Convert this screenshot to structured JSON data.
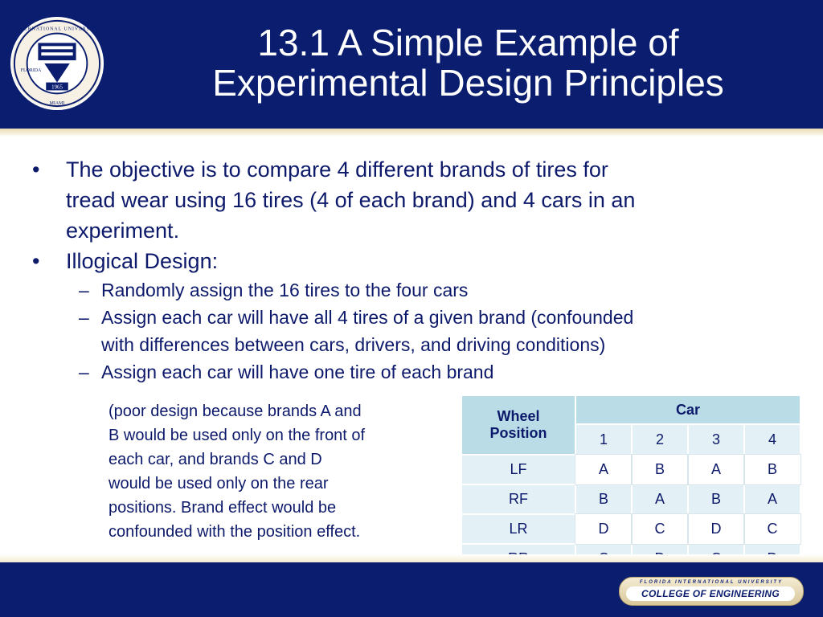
{
  "title": {
    "line1": "13.1 A Simple Example of",
    "line2": "Experimental Design Principles"
  },
  "seal": {
    "icon": "university-seal-icon",
    "ring_text_top": "INTERNATIONAL UNIVERSITY",
    "ring_text_left": "FLORIDA",
    "ring_text_bottom": "MIAMI",
    "year": "1965"
  },
  "bullets": {
    "b1": {
      "marker": "•",
      "line1": "The objective is to compare 4 different brands of tires for",
      "line2": "tread wear using 16 tires (4 of each brand) and 4 cars in an",
      "line3": "experiment."
    },
    "b2": {
      "marker": "•",
      "text": "Illogical Design:"
    },
    "sub": [
      {
        "marker": "–",
        "line1": "Randomly assign the 16 tires to the four cars",
        "line2": ""
      },
      {
        "marker": "–",
        "line1": "Assign each car will have all 4 tires of a given brand (confounded",
        "line2": "with differences between cars, drivers, and driving conditions)"
      },
      {
        "marker": "–",
        "line1": "Assign each car will have one tire of each brand",
        "line2": ""
      }
    ]
  },
  "note": {
    "line1": "(poor design because brands A and",
    "line2": "B would be used only on the front of",
    "line3": "each car, and brands C and D",
    "line4": "would be used only on the rear",
    "line5": "positions.  Brand effect would be",
    "line6": "confounded with the position effect."
  },
  "table": {
    "wheel_header_line1": "Wheel",
    "wheel_header_line2": "Position",
    "car_header": "Car",
    "cars": [
      "1",
      "2",
      "3",
      "4"
    ],
    "rows": [
      {
        "pos": "LF",
        "cells": [
          "A",
          "B",
          "A",
          "B"
        ]
      },
      {
        "pos": "RF",
        "cells": [
          "B",
          "A",
          "B",
          "A"
        ]
      },
      {
        "pos": "LR",
        "cells": [
          "D",
          "C",
          "D",
          "C"
        ]
      },
      {
        "pos": "RR",
        "cells": [
          "C",
          "D",
          "C",
          "D"
        ]
      }
    ]
  },
  "footer": {
    "badge_top": "FLORIDA INTERNATIONAL UNIVERSITY",
    "badge_main": "COLLEGE OF ENGINEERING"
  },
  "colors": {
    "navy": "#0a1d6e",
    "gold": "#e9dcb4",
    "text": "#0d1a6b",
    "table_header": "#b9dce6",
    "table_light": "#e3f0f5"
  }
}
